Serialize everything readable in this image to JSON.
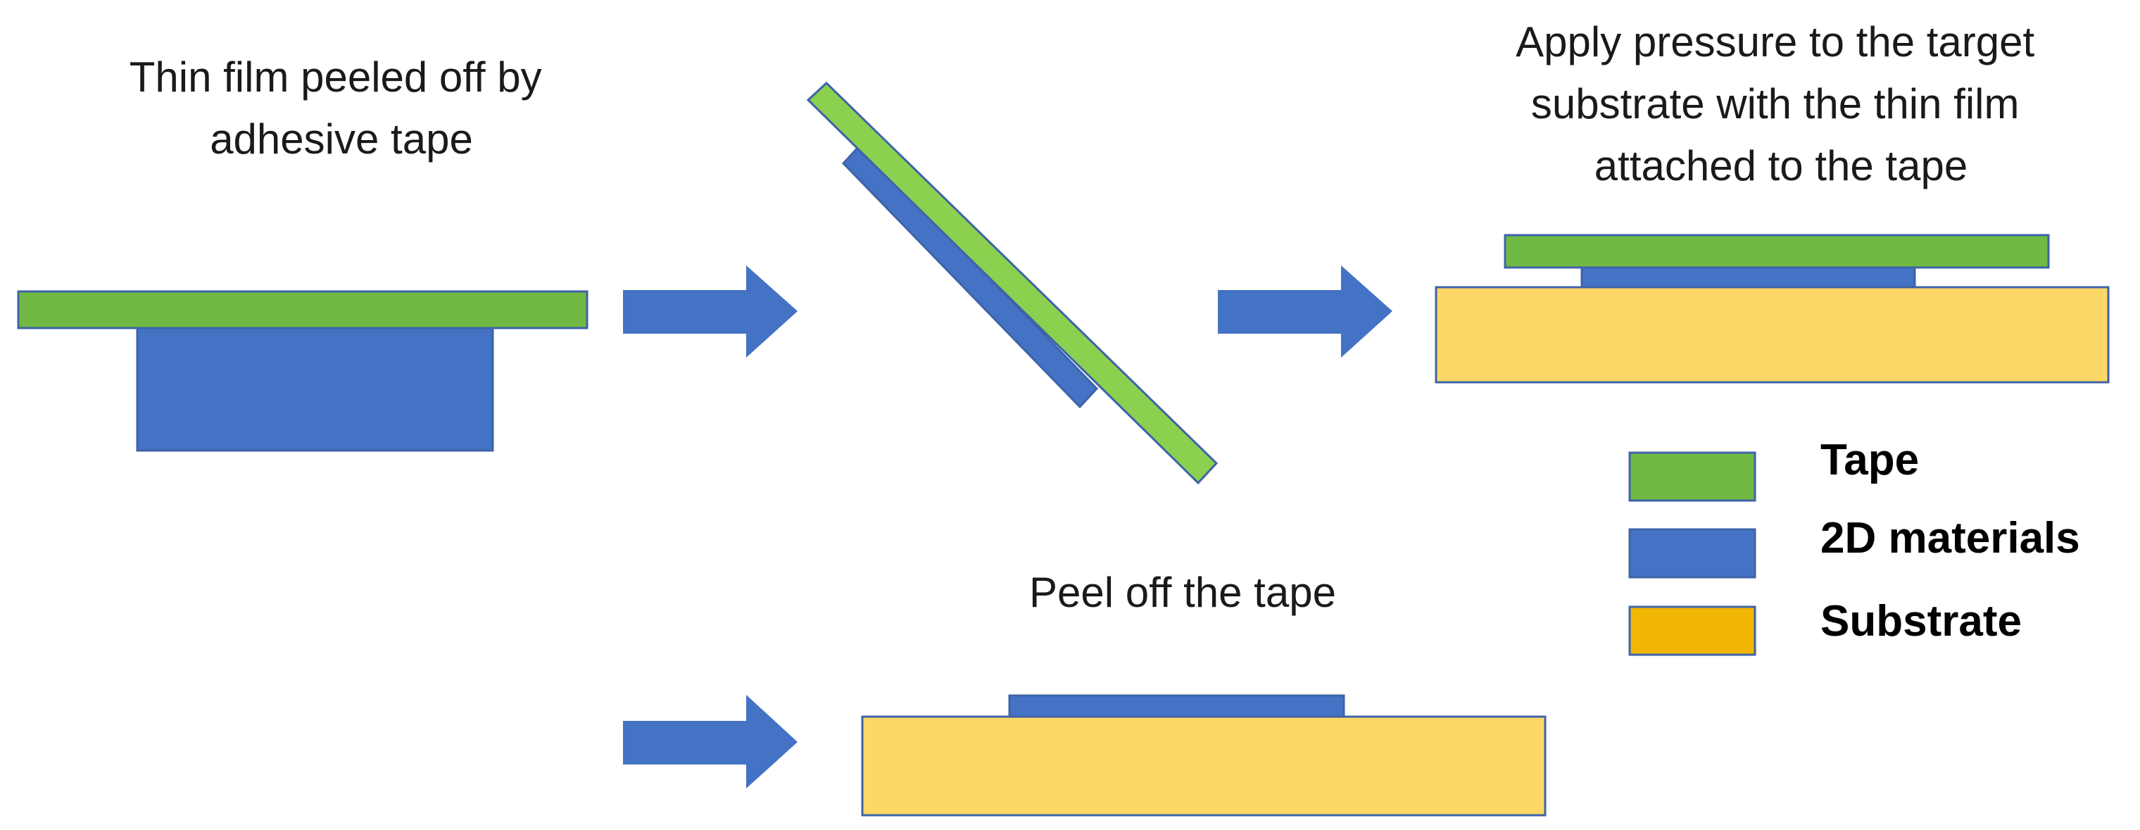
{
  "steps": {
    "step1_caption": [
      "Thin film peeled off by",
      "adhesive tape"
    ],
    "step3_caption": [
      "Apply pressure to the target",
      "substrate with the thin film",
      "attached to the tape"
    ],
    "step4_caption": [
      "Peel off the tape"
    ]
  },
  "legend": [
    {
      "label": "Tape",
      "color": "#70b943"
    },
    {
      "label": "2D materials",
      "color": "#4472c4"
    },
    {
      "label": "Substrate",
      "color": "#f2b705"
    }
  ],
  "colors": {
    "tape": "#70b943",
    "tape_tilted": "#8bd04f",
    "material": "#4472c4",
    "substrate": "#fdd866",
    "arrow": "#4472c4",
    "outline": "#3e63a8"
  }
}
